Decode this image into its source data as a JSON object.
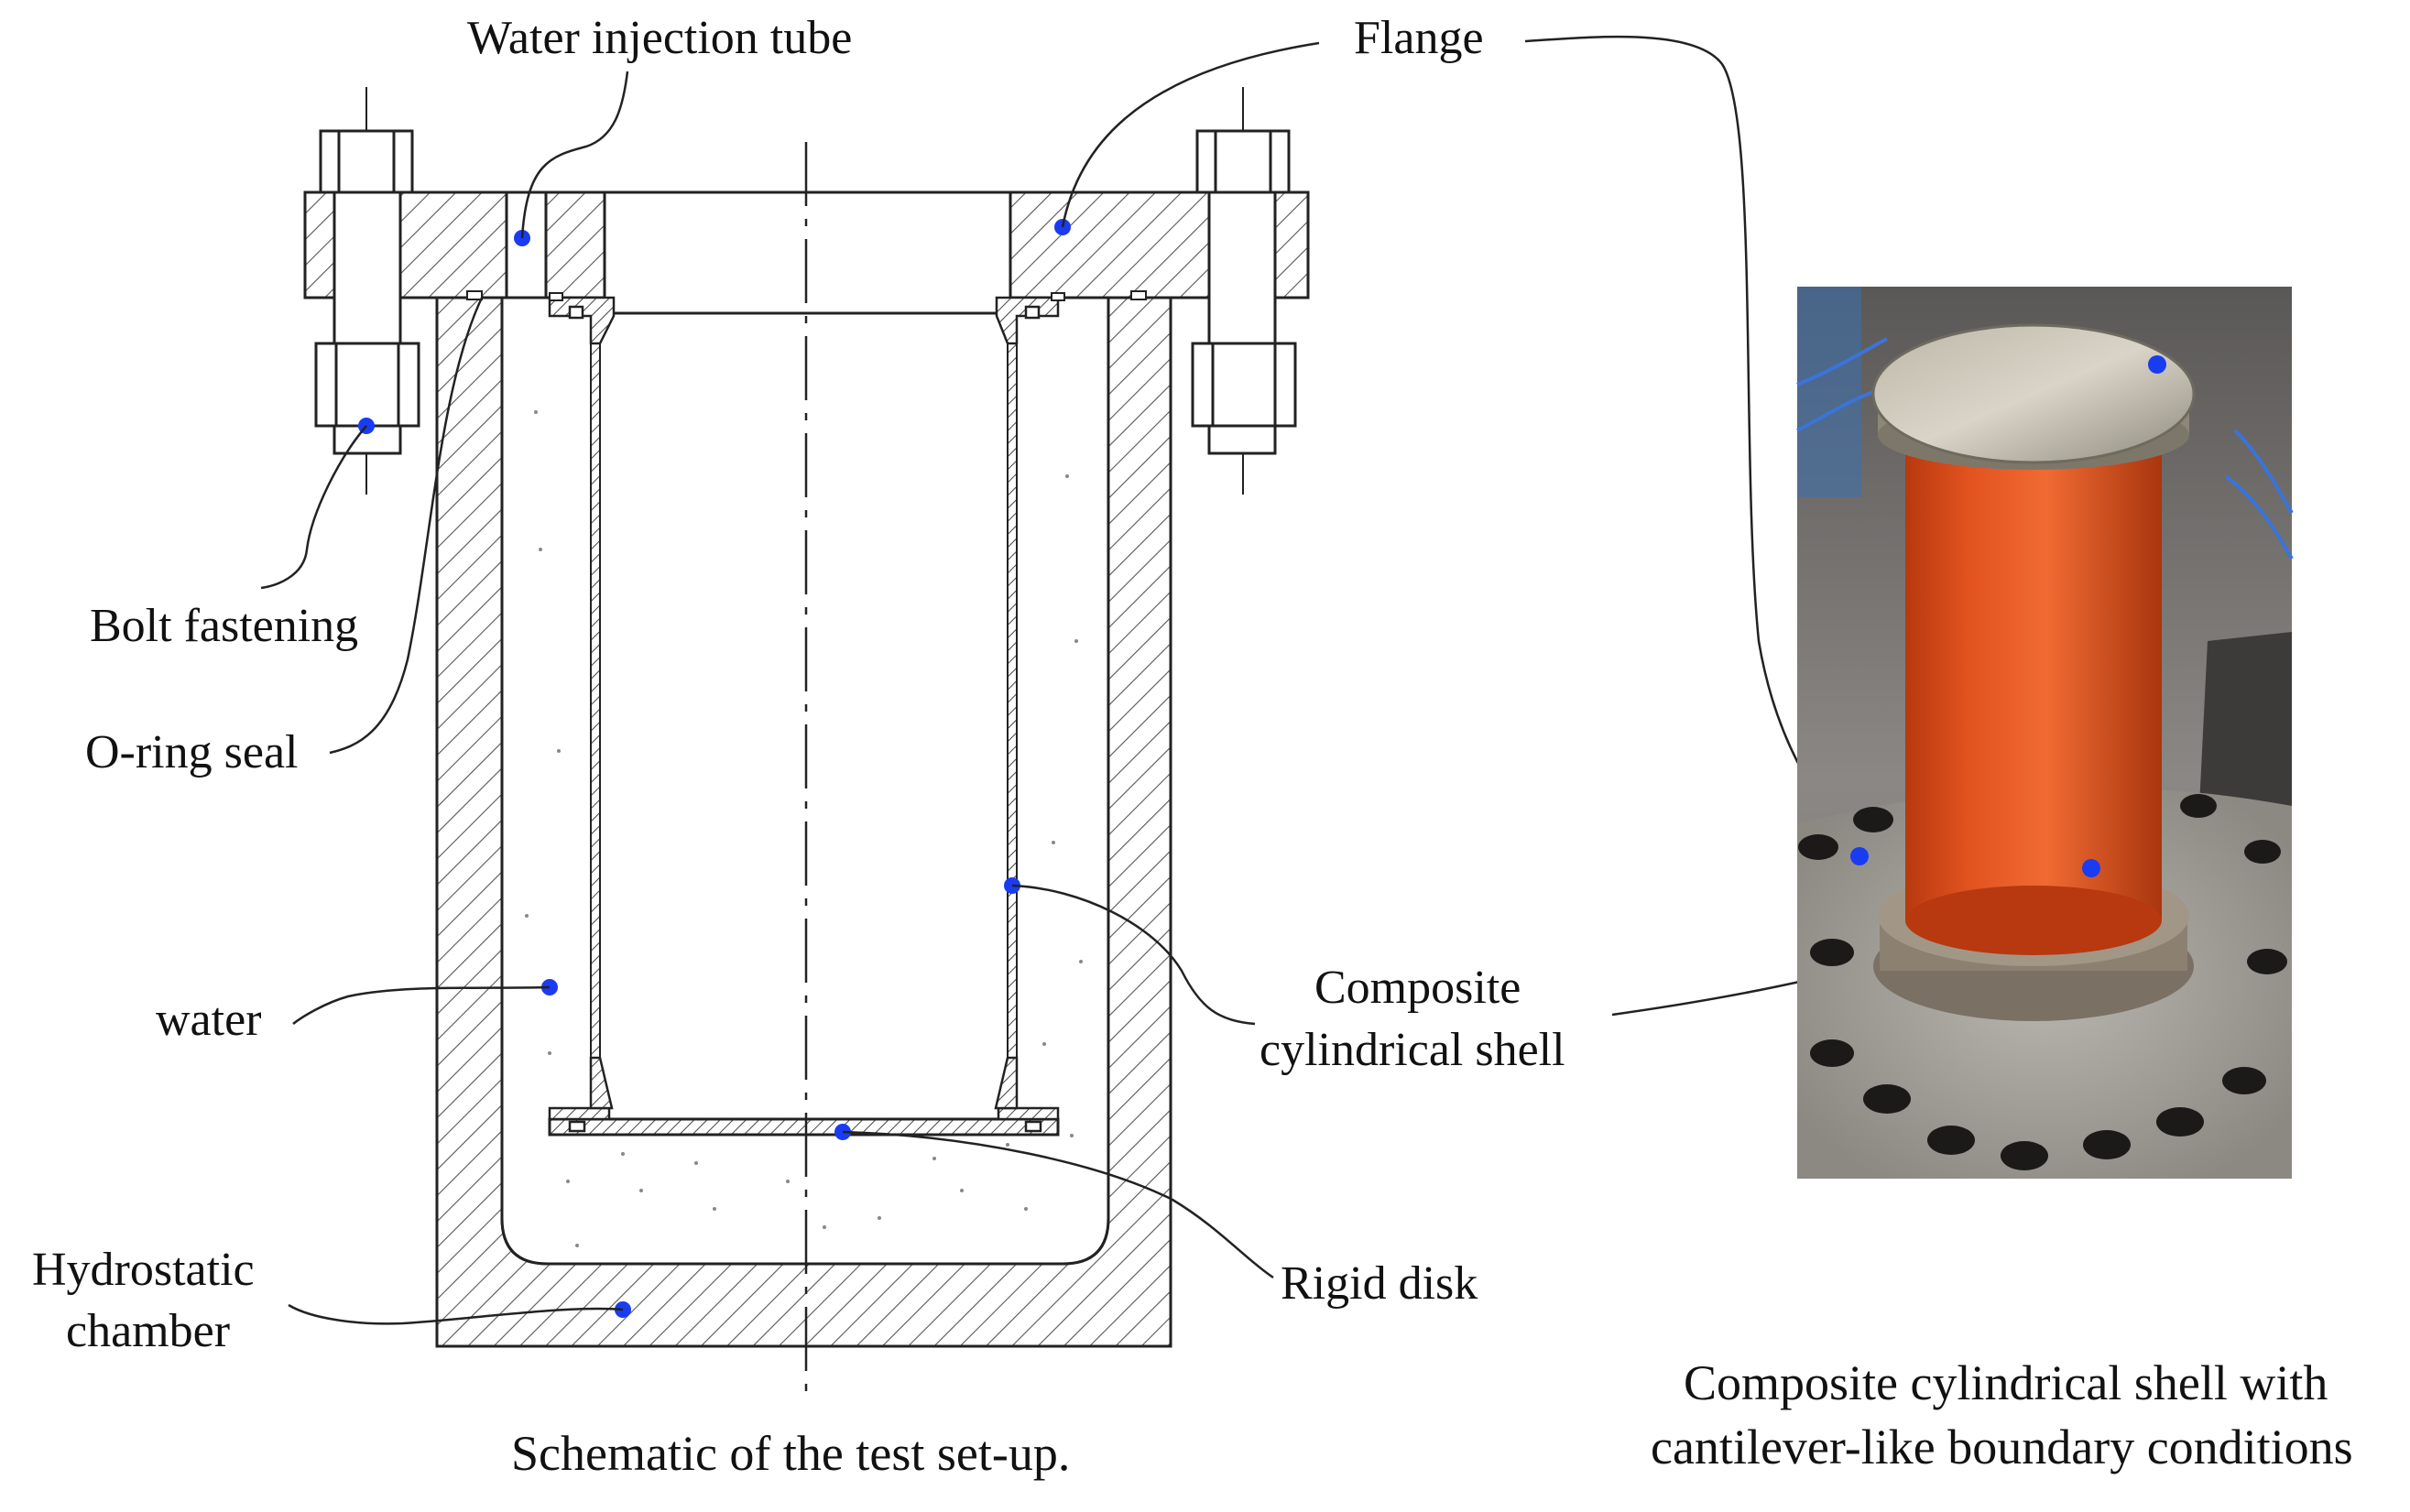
{
  "labels": {
    "water_injection_tube": "Water injection tube",
    "flange": "Flange",
    "bolt_fastening": "Bolt fastening",
    "o_ring_seal": "O-ring seal",
    "water": "water",
    "composite_shell_line1": "Composite",
    "composite_shell_line2": "cylindrical shell",
    "rigid_disk": "Rigid disk",
    "hydrostatic_line1": "Hydrostatic",
    "hydrostatic_line2": "chamber"
  },
  "captions": {
    "schematic": "Schematic of the test set-up.",
    "photo_line1": "Composite cylindrical shell with",
    "photo_line2": "cantilever-like boundary conditions"
  },
  "colors": {
    "marker": "#1a3cf0",
    "line": "#222222",
    "hatch": "#555555",
    "shell_orange": "#e8521f",
    "steel_plate": "#9a9690",
    "photo_bg": "#6f6c68"
  }
}
